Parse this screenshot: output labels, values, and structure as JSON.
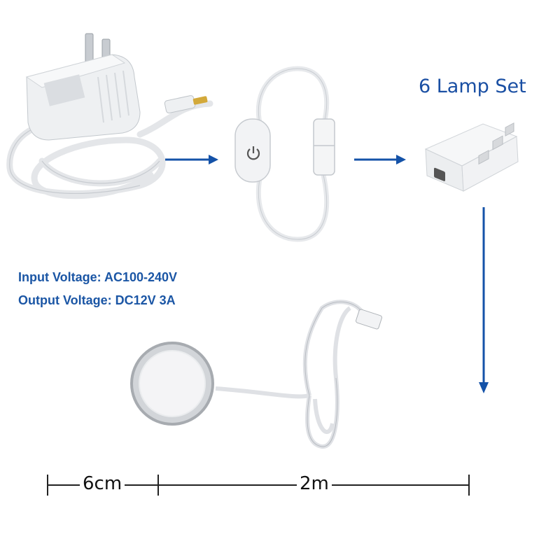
{
  "title": "6 Lamp Set",
  "specs": {
    "input_voltage": "Input Voltage: AC100-240V",
    "output_voltage": "Output Voltage: DC12V 3A"
  },
  "dimensions": {
    "diameter": "6cm",
    "cable_length": "2m"
  },
  "colors": {
    "accent_blue": "#1a4fa3",
    "arrow_blue": "#1452a8"
  },
  "icons": {
    "switch": "power-icon"
  }
}
